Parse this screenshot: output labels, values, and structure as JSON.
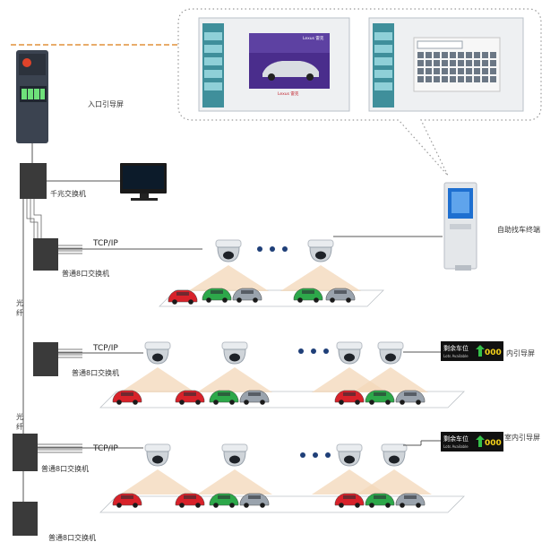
{
  "labels": {
    "entrance_guide": "入口引导屏",
    "gigabit_switch": "千兆交换机",
    "switch_8port": "普通8口交换机",
    "tcpip": "TCP/IP",
    "fiber": "光纤",
    "kiosk": "自助找车终端",
    "indoor_guide": "室内引导屏",
    "indoor_guide_partial": "内引导屏"
  },
  "led_sign": {
    "title_cn": "剩余车位",
    "title_en": "Lots Available",
    "number": "000"
  },
  "kiosk_screens": {
    "left_brand": "Lexus 雷克",
    "left_footer": "Lexus 雷克"
  },
  "colors": {
    "line": "#555555",
    "dotted": "#9a9a9a",
    "orange_dash": "#e0903a",
    "switch": "#3a3a3a",
    "car_red": "#d8222a",
    "car_green": "#2da84a",
    "car_gray": "#9aa3ad",
    "beam": "#f3d7b8",
    "kiosk_blue": "#1e6fd0",
    "led_green": "#35c04a",
    "led_yellow": "#f5d21a"
  }
}
